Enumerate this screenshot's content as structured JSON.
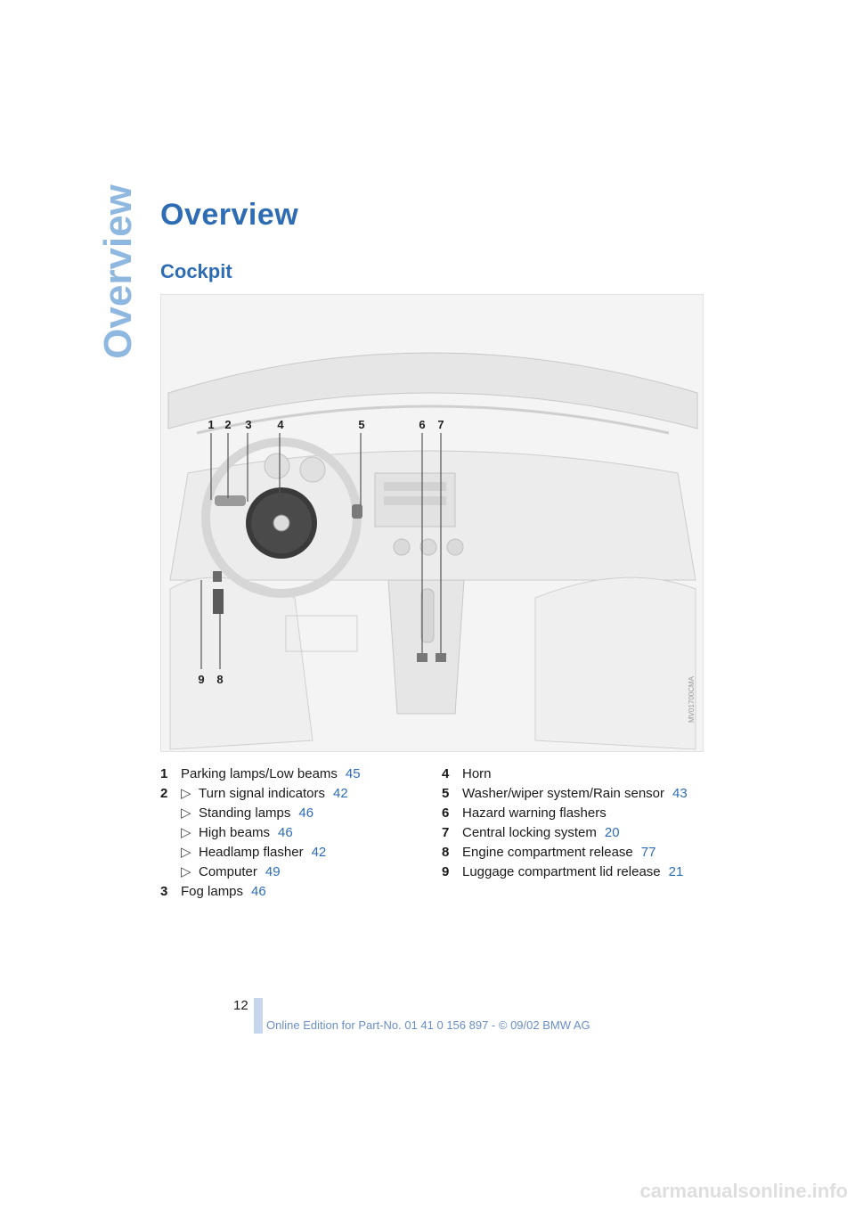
{
  "side_tab": "Overview",
  "title": "Overview",
  "section": "Cockpit",
  "figure": {
    "callouts": [
      "1",
      "2",
      "3",
      "4",
      "5",
      "6",
      "7",
      "9",
      "8"
    ],
    "image_code": "MV01700CMA"
  },
  "left_list": [
    {
      "num": "1",
      "text": "Parking lamps/Low beams",
      "ref": "45"
    },
    {
      "num": "2",
      "text": "Turn signal indicators",
      "ref": "42",
      "bullet": true
    },
    {
      "num": "",
      "text": "Standing lamps",
      "ref": "46",
      "bullet": true
    },
    {
      "num": "",
      "text": "High beams",
      "ref": "46",
      "bullet": true
    },
    {
      "num": "",
      "text": "Headlamp flasher",
      "ref": "42",
      "bullet": true
    },
    {
      "num": "",
      "text": "Computer",
      "ref": "49",
      "bullet": true
    },
    {
      "num": "3",
      "text": "Fog lamps",
      "ref": "46"
    }
  ],
  "right_list": [
    {
      "num": "4",
      "text": "Horn",
      "ref": ""
    },
    {
      "num": "5",
      "text": "Washer/wiper system/Rain sensor",
      "ref": "43"
    },
    {
      "num": "6",
      "text": "Hazard warning flashers",
      "ref": ""
    },
    {
      "num": "7",
      "text": "Central locking system",
      "ref": "20"
    },
    {
      "num": "8",
      "text": "Engine compartment release",
      "ref": "77"
    },
    {
      "num": "9",
      "text": "Luggage compartment lid release",
      "ref": "21"
    }
  ],
  "bullet_glyph": "▷",
  "page_number": "12",
  "footer": "Online Edition for Part-No. 01 41 0 156 897 - © 09/02 BMW AG",
  "watermark": "carmanualsonline.info",
  "colors": {
    "accent": "#2e6db4",
    "side_tab": "#8fb8e0",
    "footer": "#6a8ec8"
  }
}
